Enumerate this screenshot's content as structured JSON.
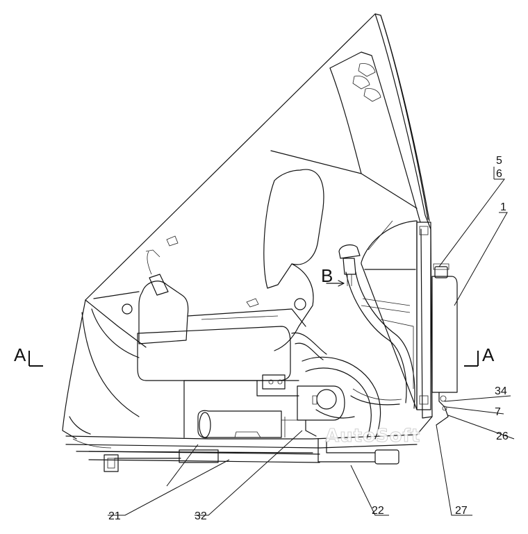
{
  "callouts": {
    "c5": "5",
    "c6": "6",
    "c1": "1",
    "c34": "34",
    "c7": "7",
    "c26": "26",
    "c27": "27",
    "c22": "22",
    "c32": "32",
    "c21": "21"
  },
  "views": {
    "left": "A",
    "right": "A",
    "b": "B"
  },
  "watermark": "AutoSoft"
}
